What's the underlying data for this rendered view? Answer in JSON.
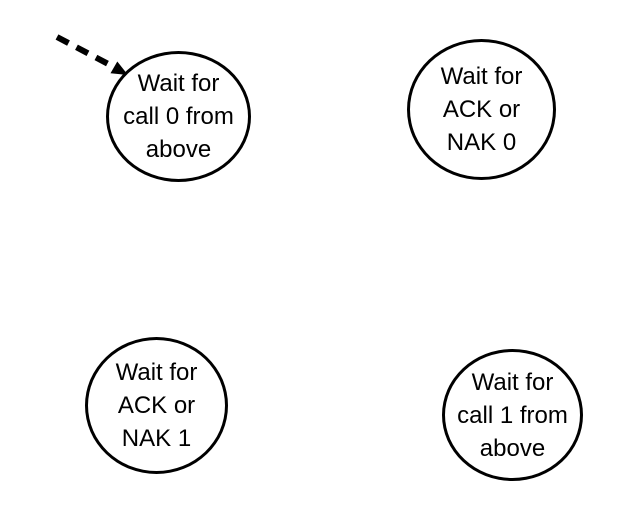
{
  "diagram": {
    "type": "state-machine",
    "background": "#ffffff",
    "stroke_color": "#000000",
    "text_color": "#000000",
    "states": [
      {
        "name": "wait-for-call-0-from-above",
        "label": "Wait for\ncall 0 from\nabove"
      },
      {
        "name": "wait-for-ack-or-nak-0",
        "label": "Wait for\nACK or\nNAK 0"
      },
      {
        "name": "wait-for-ack-or-nak-1",
        "label": "Wait for\nACK or\nNAK 1"
      },
      {
        "name": "wait-for-call-1-from-above",
        "label": "Wait for\ncall 1 from\nabove"
      }
    ],
    "initial_arrow": {
      "style": "dashed",
      "target": "wait-for-call-0-from-above"
    }
  }
}
